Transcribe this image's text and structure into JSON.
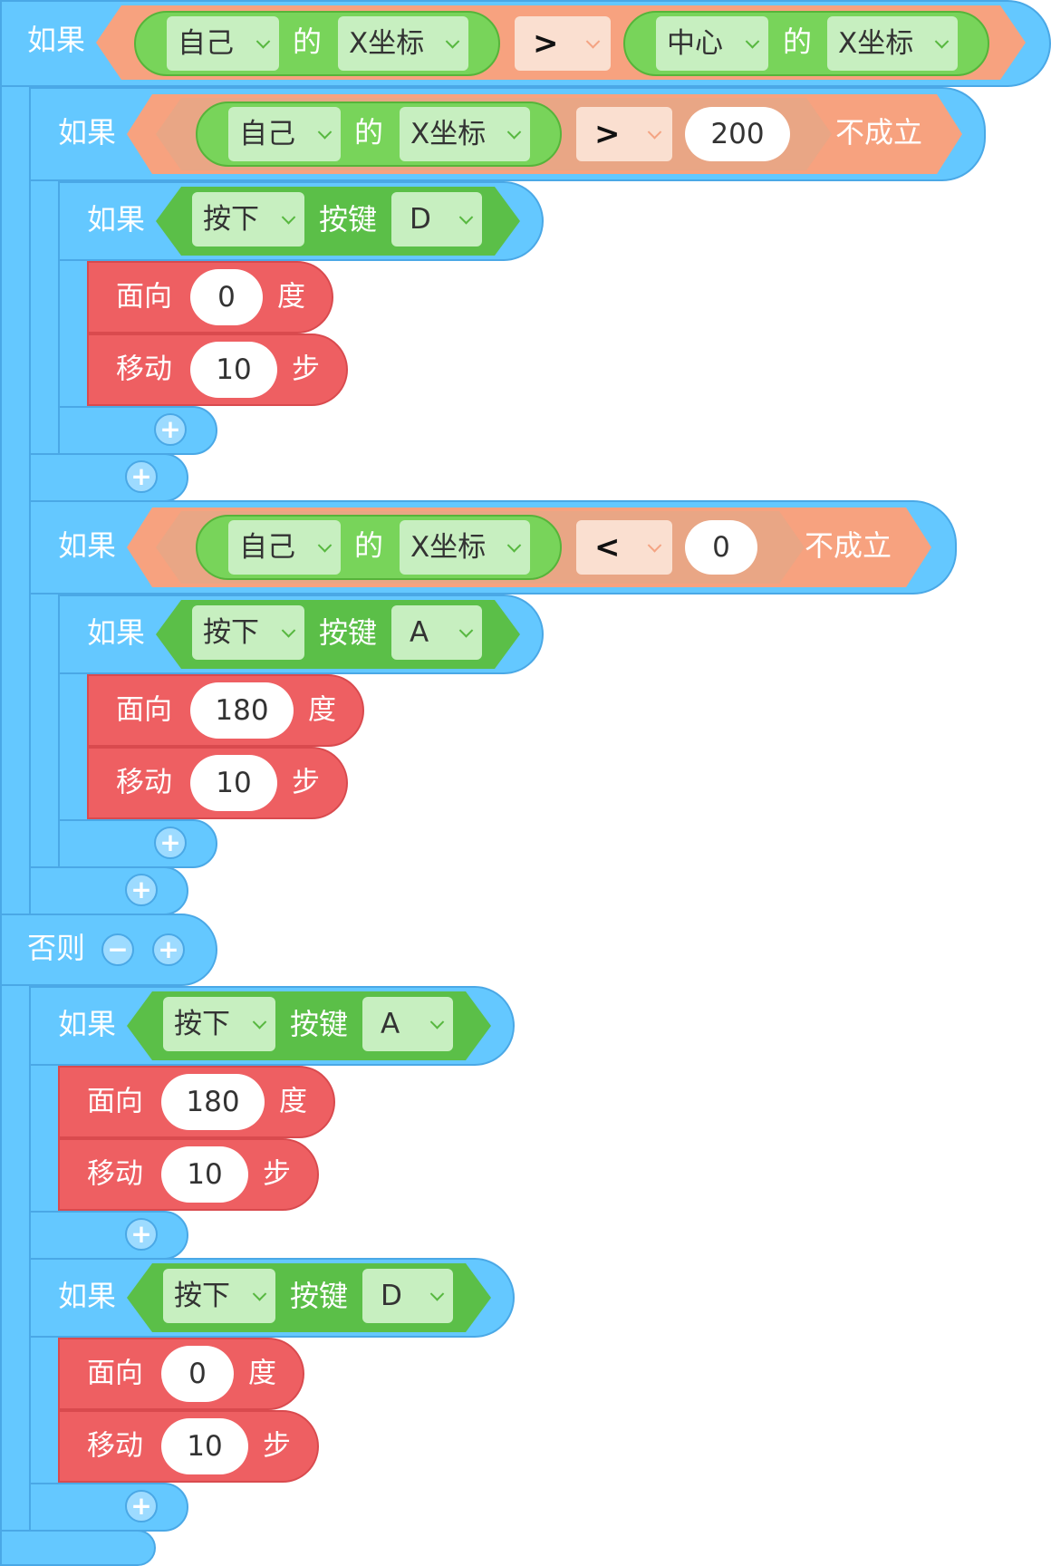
{
  "labels": {
    "if": "如果",
    "else": "否则",
    "not": "不成立",
    "of": "的",
    "key": "按键",
    "face": "面向",
    "degree": "度",
    "move": "移动",
    "steps": "步",
    "plus": "+",
    "minus": "−"
  },
  "top_condition": {
    "left_object": "自己",
    "left_property": "X坐标",
    "operator": ">",
    "right_object": "中心",
    "right_property": "X坐标"
  },
  "branch1": {
    "condition": {
      "object": "自己",
      "property": "X坐标",
      "operator": ">",
      "value": "200"
    },
    "key_check": {
      "action": "按下",
      "key": "D"
    },
    "face_degrees": "0",
    "move_steps": "10"
  },
  "branch2": {
    "condition": {
      "object": "自己",
      "property": "X坐标",
      "operator": "<",
      "value": "0"
    },
    "key_check": {
      "action": "按下",
      "key": "A"
    },
    "face_degrees": "180",
    "move_steps": "10"
  },
  "else_branch1": {
    "key_check": {
      "action": "按下",
      "key": "A"
    },
    "face_degrees": "180",
    "move_steps": "10"
  },
  "else_branch2": {
    "key_check": {
      "action": "按下",
      "key": "D"
    },
    "face_degrees": "0",
    "move_steps": "10"
  },
  "colors": {
    "control_blue": "#64c8ff",
    "sensing_green": "#78d45a",
    "operator_orange": "#f7a27f",
    "motion_red": "#ee5f62"
  }
}
